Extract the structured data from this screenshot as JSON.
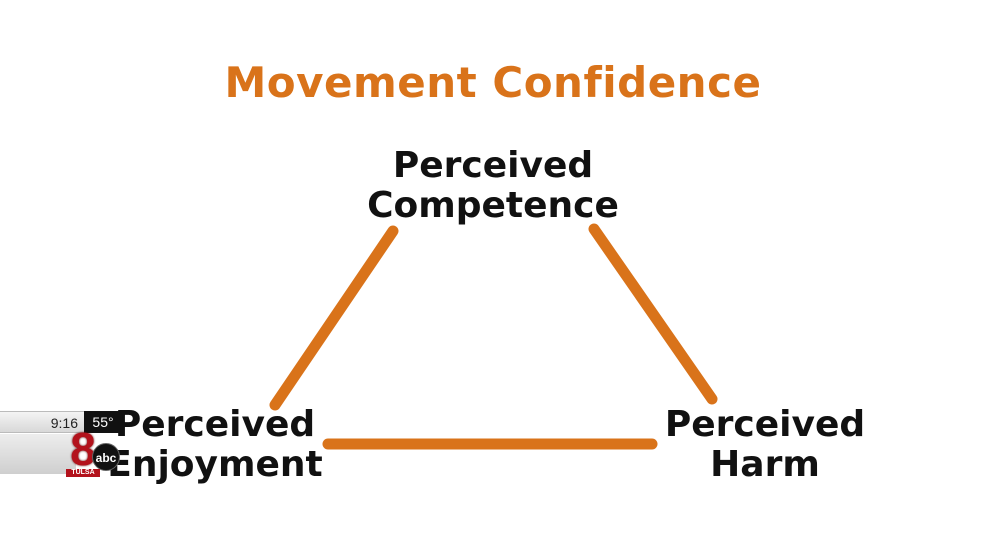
{
  "title": "Movement Confidence",
  "nodes": {
    "top": {
      "line1": "Perceived",
      "line2": "Competence"
    },
    "left": {
      "line1": "Perceived",
      "line2": "Enjoyment"
    },
    "right": {
      "line1": "Perceived",
      "line2": "Harm"
    }
  },
  "colors": {
    "accent": "#D9731A",
    "text": "#111111",
    "background": "#FFFFFF"
  },
  "station_bug": {
    "time": "9:16",
    "temperature": "55°",
    "channel": "8",
    "network": "abc",
    "city": "TULSA"
  }
}
